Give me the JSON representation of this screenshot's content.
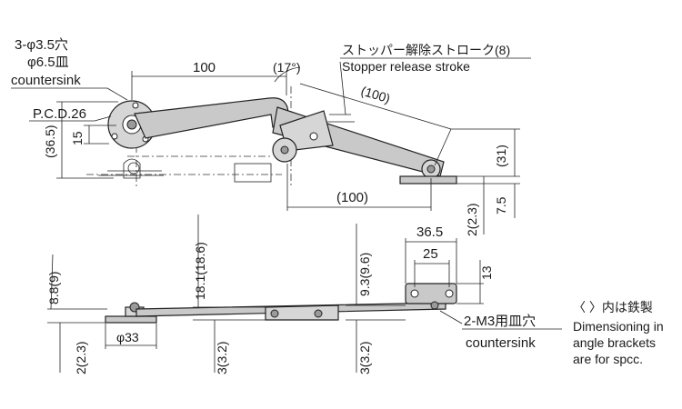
{
  "colors": {
    "part_fill": "#c9c9c9",
    "line": "#222222",
    "background": "#ffffff"
  },
  "top_view": {
    "holes_label": "3-φ3.5穴",
    "countersink_label": "φ6.5皿",
    "countersink_en": "countersink",
    "pcd_label": "P.C.D.26",
    "dim_length": "100",
    "dim_angle": "(17°)",
    "dim_arm_length": "(100)",
    "dim_bottom_length": "(100)",
    "dim_height_left": "(36.5)",
    "dim_offset_left": "15",
    "dim_height_right": "(31)",
    "dim_bracket": "7.5",
    "dim_thickness_right": "2(2.3)",
    "stroke_label_jp": "ストッパー解除ストローク(8)",
    "stroke_label_en": "Stopper release stroke"
  },
  "side_view": {
    "dim_left_height": "8.8(9)",
    "dim_left_thickness": "2(2.3)",
    "dim_base_diameter": "φ33",
    "dim_mid_height": "18.1(18.6)",
    "dim_mid_thickness": "3(3.2)",
    "dim_right_height": "9.3(9.6)",
    "dim_right_thickness": "3(3.2)",
    "dim_bracket_width": "36.5",
    "dim_hole_spacing": "25",
    "dim_bracket_height": "13",
    "bracket_holes_label": "2-M3用皿穴",
    "bracket_countersink_en": "countersink"
  },
  "note": {
    "line1": "〈 〉内は鉄製",
    "line2": "Dimensioning in",
    "line3": "angle brackets",
    "line4": "are for spcc."
  }
}
